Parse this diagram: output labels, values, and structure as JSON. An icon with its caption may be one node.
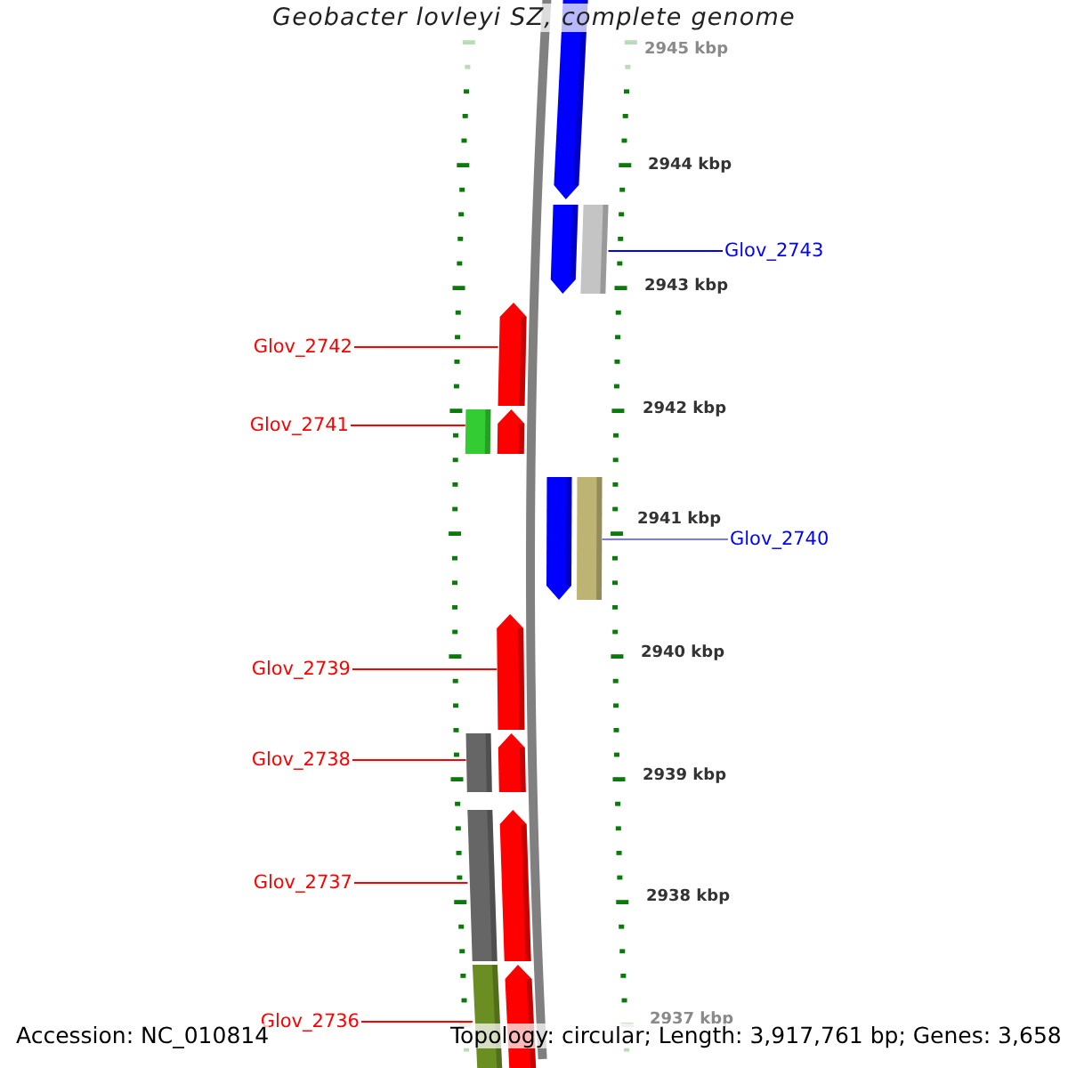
{
  "diagram": {
    "title": "Geobacter lovleyi SZ, complete genome",
    "nodes": [
      {
        "text": [
          "Glov_2743"
        ]
      },
      {
        "text": [
          "Glov_2742"
        ]
      },
      {
        "text": [
          "Glov_2741"
        ]
      },
      {
        "text": [
          "Glov_2740"
        ]
      },
      {
        "text": [
          "Glov_2739"
        ]
      },
      {
        "text": [
          "Glov_2738"
        ]
      },
      {
        "text": [
          "Glov_2737"
        ]
      },
      {
        "text": [
          "Glov_2736"
        ]
      },
      {
        "text": [],
        "shape": "arrow"
      },
      {
        "text": [],
        "shape": "arrow"
      },
      {
        "text": [],
        "shape": "box"
      },
      {
        "text": [],
        "shape": "arrow"
      },
      {
        "text": [],
        "shape": "box"
      },
      {
        "text": [],
        "shape": "arrow"
      },
      {
        "text": [],
        "shape": "arrow"
      },
      {
        "text": [],
        "shape": "box"
      },
      {
        "text": [],
        "shape": "arrow"
      },
      {
        "text": [],
        "shape": "box"
      },
      {
        "text": [],
        "shape": "arrow"
      },
      {
        "text": [],
        "shape": "box"
      },
      {
        "text": [],
        "shape": "arrow"
      },
      {
        "text": [],
        "shape": "box"
      },
      {
        "text": [],
        "shape": "arrow"
      }
    ],
    "edges": [
      {
        "from": 0,
        "to": 10,
        "arrow": "none",
        "color": "#0000ff"
      },
      {
        "from": 1,
        "to": 11,
        "arrow": "none"
      },
      {
        "from": 2,
        "to": 12,
        "arrow": "none"
      },
      {
        "from": 3,
        "to": 15,
        "arrow": "none",
        "color": "#7777ff"
      },
      {
        "from": 4,
        "to": 16,
        "arrow": "none"
      },
      {
        "from": 5,
        "to": 17,
        "arrow": "none"
      },
      {
        "from": 6,
        "to": 19,
        "arrow": "none"
      },
      {
        "from": 7,
        "to": 21,
        "arrow": "none"
      }
    ],
    "labels": [
      "2945 kbp",
      "2944 kbp",
      "2943 kbp",
      "2942 kbp",
      "2941 kbp",
      "2940 kbp",
      "2939 kbp",
      "2938 kbp",
      "2937 kbp",
      "Accession: NC_010814",
      "Topology: circular; Length: 3,917,761 bp; Genes: 3,658"
    ]
  }
}
